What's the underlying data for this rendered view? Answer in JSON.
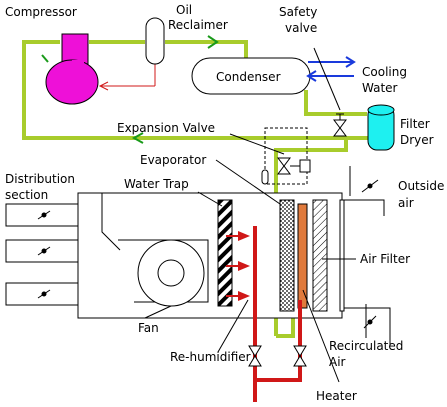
{
  "labels": {
    "compressor": "Compressor",
    "oil_reclaimer_1": "Oil",
    "oil_reclaimer_2": "Reclaimer",
    "safety_valve_1": "Safety",
    "safety_valve_2": "valve",
    "condenser": "Condenser",
    "cooling_water_1": "Cooling",
    "cooling_water_2": "Water",
    "filter_dryer_1": "Filter",
    "filter_dryer_2": "Dryer",
    "expansion_valve": "Expansion Valve",
    "evaporator": "Evaporator",
    "distribution_1": "Distribution",
    "distribution_2": "section",
    "water_trap": "Water Trap",
    "outside_air_1": "Outside",
    "outside_air_2": "air",
    "air_filter": "Air Filter",
    "fan": "Fan",
    "rehumidifier": "Re-humidifier",
    "recirculated_1": "Recirculated",
    "recirculated_2": "Air",
    "heater": "Heater"
  },
  "colors": {
    "refrigerant_line": "#a8cc2c",
    "cooling_water": "#1a3adc",
    "hot_water": "#d01818",
    "compressor": "#ee10d8",
    "filter_dryer": "#1ef0f0",
    "heater": "#e07a3c",
    "arrow_green": "#1a9a1a"
  }
}
